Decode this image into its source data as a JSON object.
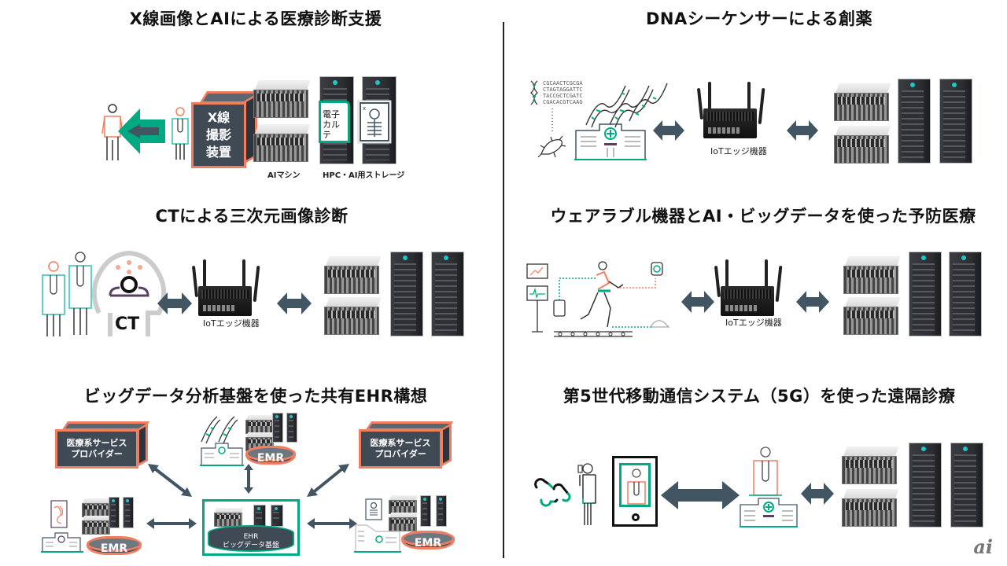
{
  "colors": {
    "teal": "#01a982",
    "coral": "#f07f62",
    "slate": "#3f4a55",
    "arrow": "#425563",
    "divider": "#222222"
  },
  "panels": [
    {
      "id": "xray",
      "title": "X線画像とAIによる医療診断支援",
      "device_label": [
        "X線",
        "撮影",
        "装置"
      ],
      "ehr_card_label": [
        "電子",
        "カルテ"
      ],
      "captions": [
        "AIマシン",
        "HPC・AI用ストレージ"
      ],
      "icons": [
        "patient-icon",
        "left-arrow-icon",
        "doctor-icon",
        "xray-machine-box",
        "server-icon",
        "rack-icon",
        "ehr-card-icon",
        "xray-image-icon"
      ]
    },
    {
      "id": "dna",
      "title": "DNAシーケンサーによる創薬",
      "dna_sequences": [
        "CGCAACTCGCGA",
        "CTAGTAGGATTC",
        "TACCGCTCGATC",
        "CGACACGTCAAG"
      ],
      "iot_label": "IoTエッジ機器",
      "icons": [
        "dna-icon",
        "bacteria-icon",
        "hospital-icon",
        "double-arrow-icon",
        "iot-edge-device-icon",
        "server-icon",
        "rack-icon"
      ]
    },
    {
      "id": "ct",
      "title": "CTによる三次元画像診断",
      "ct_label": "CT",
      "iot_label": "IoTエッジ機器",
      "icons": [
        "doctor-icon",
        "ct-scanner-icon",
        "double-arrow-icon",
        "iot-edge-device-icon",
        "server-icon",
        "rack-icon"
      ]
    },
    {
      "id": "wearable",
      "title": "ウェアラブル機器とAI・ビッグデータを使った予防医療",
      "iot_label": "IoTエッジ機器",
      "icons": [
        "monitor-icon",
        "runner-icon",
        "smartwatch-icon",
        "shoe-icon",
        "treadmill-icon",
        "double-arrow-icon",
        "iot-edge-device-icon",
        "server-icon",
        "rack-icon"
      ]
    },
    {
      "id": "ehr",
      "title": "ビッグデータ分析基盤を使った共有EHR構想",
      "provider_label": [
        "医療系サービス",
        "プロバイダー"
      ],
      "emr_label": "EMR",
      "hub_label": [
        "EHR",
        "ビッグデータ基盤"
      ],
      "icons": [
        "provider-box",
        "hospital-icon",
        "dna-icon",
        "emr-database",
        "ehr-hub",
        "double-arrow-icon"
      ]
    },
    {
      "id": "5g",
      "title": "第5世代移動通信システム（5G）を使った遠隔診療",
      "icons": [
        "pills-icon",
        "patient-phone-icon",
        "tablet-doctor-icon",
        "double-arrow-icon",
        "doctor-icon",
        "hospital-icon",
        "server-icon",
        "rack-icon"
      ]
    }
  ],
  "logo": "ai"
}
